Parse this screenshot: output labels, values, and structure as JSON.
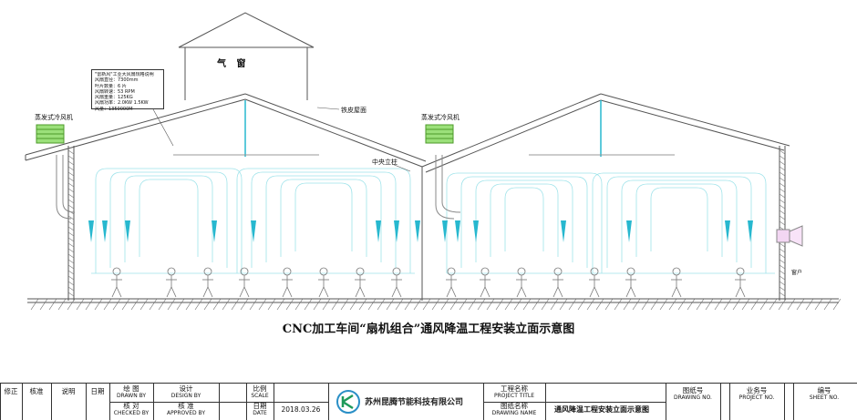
{
  "window_label": "气 窗",
  "labels": {
    "fan_left": "蒸发式冷风机",
    "fan_right": "蒸发式冷风机",
    "roof": "铁皮屋面",
    "column": "中央立柱",
    "door": "窗户"
  },
  "spec": {
    "lines": [
      "\"雷新风\"工业大风扇规格说明",
      "风扇直径：7300mm",
      "叶片数量：6 片",
      "风扇转速：53 RPM",
      "风扇重量：125KG",
      "风扇功率：2.0KW 1.5KW",
      "风量：1350000M"
    ]
  },
  "title": "CNC加工车间“扇机组合”通风降温工程安装立面示意图",
  "title_block": {
    "rev": "修正",
    "check": "核准",
    "desc": "说明",
    "date": "日期",
    "drawn_cn": "绘 图",
    "drawn_en": "DRAWN BY",
    "checked_cn": "核 对",
    "checked_en": "CHECKED BY",
    "design_cn": "设计",
    "design_en": "DESIGN BY",
    "approved_cn": "核 准",
    "approved_en": "APPROVED BY",
    "scale_cn": "比例",
    "scale_en": "SCALE",
    "date_cn": "日期",
    "date_en": "DATE",
    "date_value": "2018.03.26",
    "company": "苏州昆腾节能科技有限公司",
    "project_cn": "工程名称",
    "project_en": "PROJECT TITLE",
    "drawing_name_cn": "图纸名称",
    "drawing_name_en": "DRAWING NAME",
    "drawing_name_value": "通风降温工程安装立面示意图",
    "drawing_no_cn": "图纸号",
    "drawing_no_en": "DRAWING NO.",
    "project_no_cn": "业务号",
    "project_no_en": "PROJECT NO.",
    "sheet_no_cn": "编号",
    "sheet_no_en": "SHEET NO."
  },
  "colors": {
    "line": "#555555",
    "airflow": "#9fe3ea",
    "arrow": "#27b8cf",
    "fan_unit": "#9be07a"
  }
}
